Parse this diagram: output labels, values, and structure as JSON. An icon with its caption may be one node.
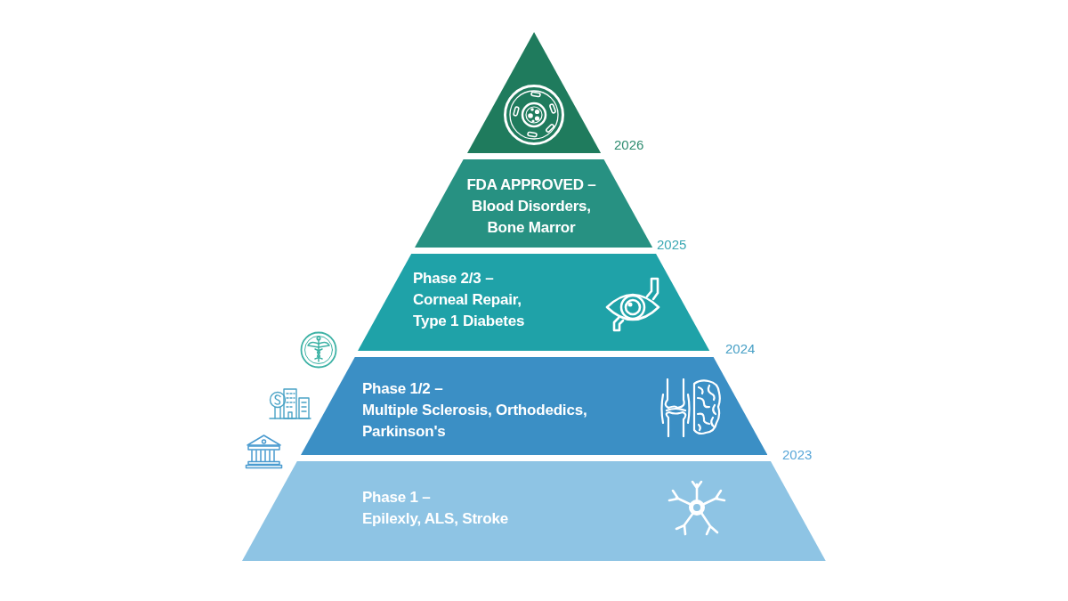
{
  "diagram": {
    "nodes": [
      {
        "text": [],
        "shape": "triangle"
      },
      {
        "text": [
          "FDA APPROVED –",
          "Blood Disorders, Bone Marror"
        ]
      },
      {
        "text": [
          "Phase 2/3 –",
          "Corneal Repair, Type 1 Diabetes"
        ]
      },
      {
        "text": [
          "Phase 1/2 –",
          "Multiple Sclerosis, Orthodedics, Parkinson's"
        ]
      },
      {
        "text": [
          "Phase 1 –",
          "Epilexly, ALS, Stroke"
        ]
      }
    ],
    "labels": [
      "2026",
      "2025",
      "2024",
      "2023"
    ]
  }
}
